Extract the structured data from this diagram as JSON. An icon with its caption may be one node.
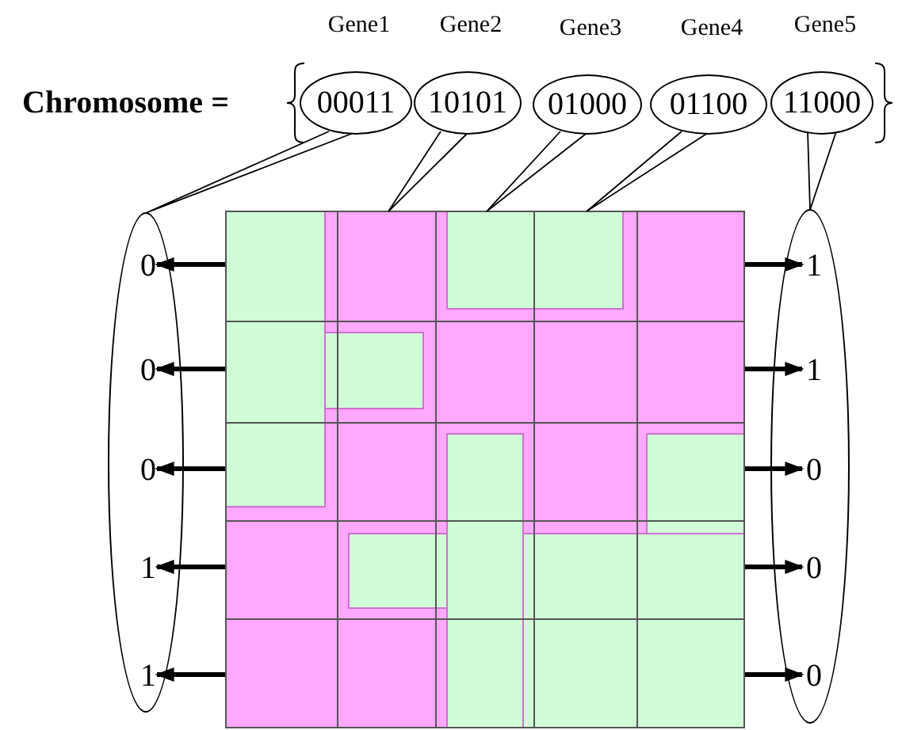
{
  "diagram": {
    "nodes": [
      {
        "text": [
          "00011"
        ],
        "beside": [
          "Gene1"
        ]
      },
      {
        "text": [
          "10101"
        ],
        "beside": [
          "Gene2"
        ]
      },
      {
        "text": [
          "01000"
        ],
        "beside": [
          "Gene3"
        ]
      },
      {
        "text": [
          "01100"
        ],
        "beside": [
          "Gene4"
        ]
      },
      {
        "text": [
          "11000"
        ],
        "beside": [
          "Gene5"
        ]
      },
      {
        "text": [],
        "shape": "ellipse"
      },
      {
        "text": [
          "0"
        ],
        "in": 5
      },
      {
        "text": [
          "0"
        ],
        "in": 5
      },
      {
        "text": [
          "0"
        ],
        "in": 5
      },
      {
        "text": [
          "1"
        ],
        "in": 5
      },
      {
        "text": [
          "1"
        ],
        "in": 5
      },
      {
        "text": [],
        "shape": "ellipse"
      },
      {
        "text": [
          "1"
        ],
        "in": 11
      },
      {
        "text": [
          "1"
        ],
        "in": 11
      },
      {
        "text": [
          "0"
        ],
        "in": 11
      },
      {
        "text": [
          "0"
        ],
        "in": 11
      },
      {
        "text": [
          "0"
        ],
        "in": 11
      },
      {
        "text": [],
        "shape": "grid"
      }
    ],
    "edges": [
      {
        "from": 0,
        "to": 5,
        "arrow": "none"
      },
      {
        "from": 1,
        "to": 17,
        "arrow": "none"
      },
      {
        "from": 2,
        "to": 17,
        "arrow": "none"
      },
      {
        "from": 3,
        "to": 17,
        "arrow": "none"
      },
      {
        "from": 4,
        "to": 11,
        "arrow": "none"
      },
      {
        "from": 17,
        "to": 6,
        "arrow": "to"
      },
      {
        "from": 17,
        "to": 7,
        "arrow": "to"
      },
      {
        "from": 17,
        "to": 8,
        "arrow": "to"
      },
      {
        "from": 17,
        "to": 9,
        "arrow": "to"
      },
      {
        "from": 17,
        "to": 10,
        "arrow": "to"
      },
      {
        "from": 17,
        "to": 12,
        "arrow": "to"
      },
      {
        "from": 17,
        "to": 13,
        "arrow": "to"
      },
      {
        "from": 17,
        "to": 14,
        "arrow": "to"
      },
      {
        "from": 17,
        "to": 15,
        "arrow": "to"
      },
      {
        "from": 17,
        "to": 16,
        "arrow": "to"
      }
    ],
    "labels": [
      "Chromosome ="
    ]
  }
}
